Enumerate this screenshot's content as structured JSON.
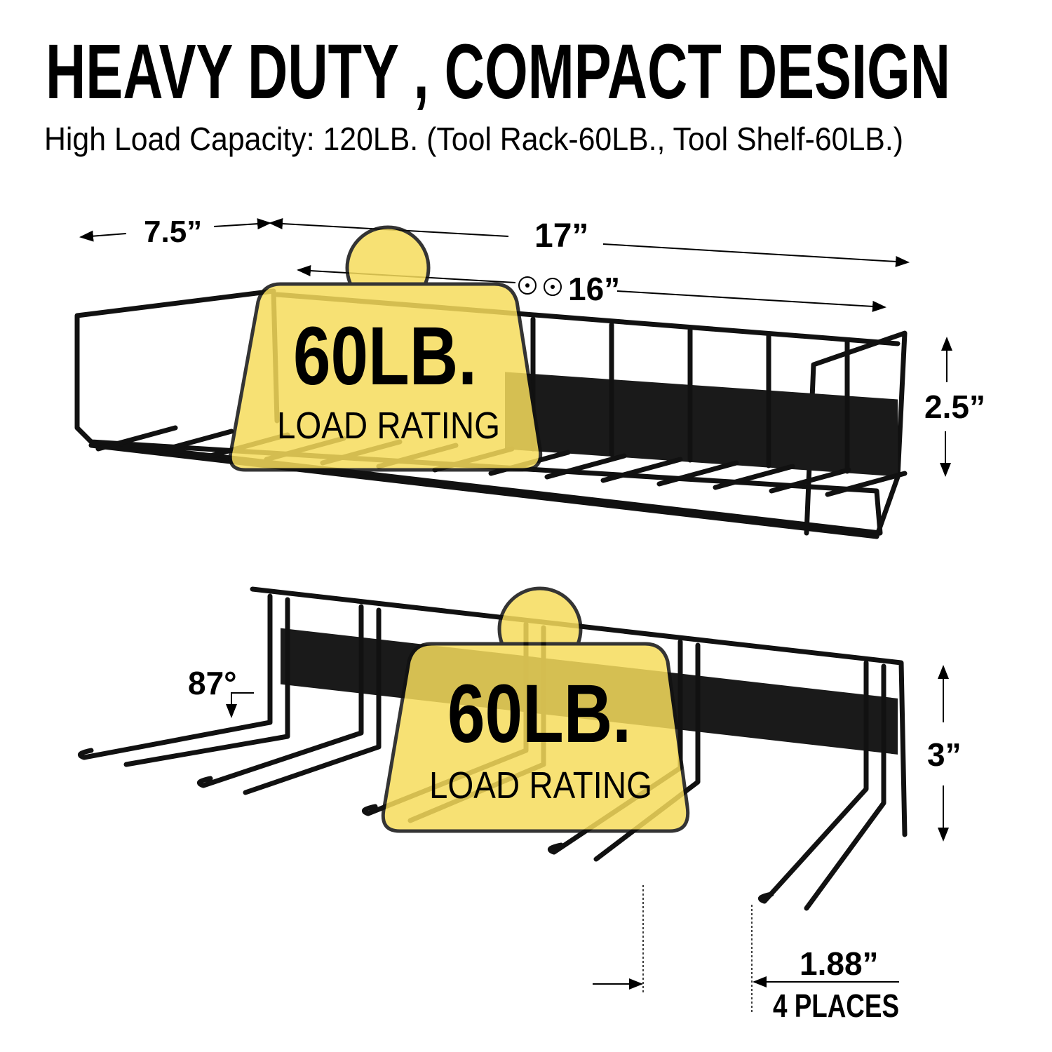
{
  "header": {
    "title": "HEAVY DUTY , COMPACT DESIGN",
    "subtitle": "High Load Capacity: 120LB. (Tool Rack-60LB., Tool Shelf-60LB.)"
  },
  "shelf": {
    "dimensions": {
      "depth": "7.5”",
      "length": "17”",
      "hole_spacing": "16”",
      "height": "2.5”"
    },
    "badge": {
      "weight": "60LB.",
      "label": "LOAD RATING"
    }
  },
  "rack": {
    "dimensions": {
      "angle": "87°",
      "height": "3”",
      "hook_gap": "1.88”",
      "gap_note": "4 PLACES"
    },
    "badge": {
      "weight": "60LB.",
      "label": "LOAD RATING"
    }
  },
  "colors": {
    "badge_fill": "#f6dc5c",
    "badge_stroke": "#111111",
    "wire": "#111111"
  }
}
